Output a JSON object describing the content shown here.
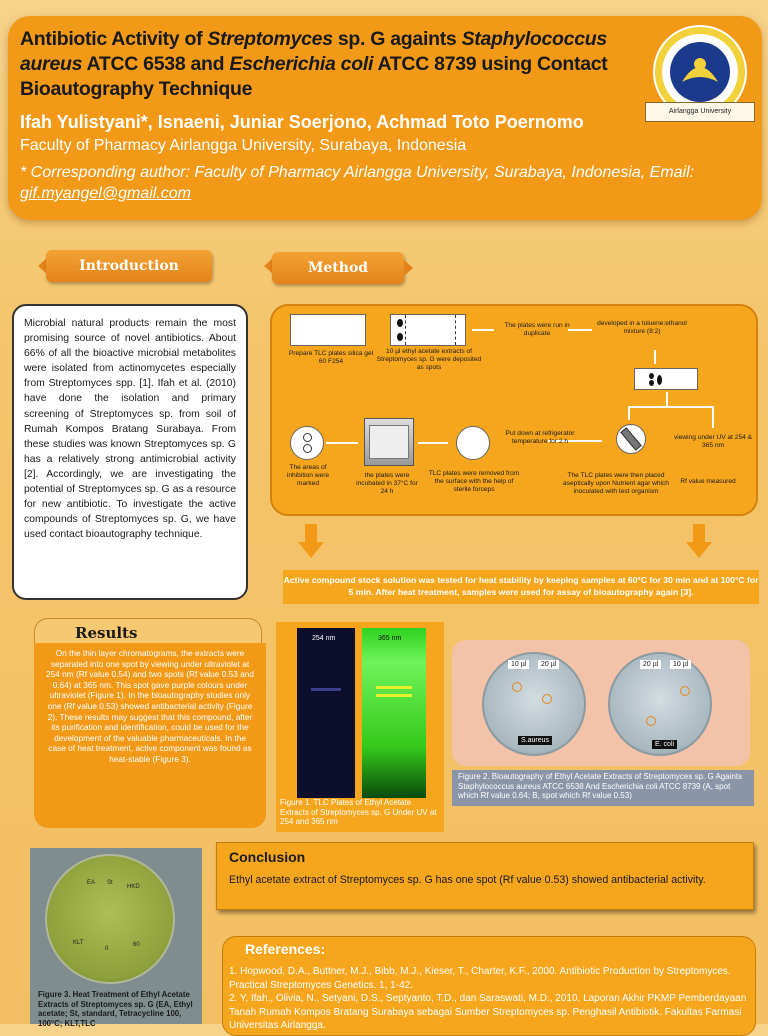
{
  "header": {
    "title_parts": [
      "Antibiotic Activity of ",
      "Streptomyces",
      " sp. G againts ",
      "Staphylococcus aureus",
      " ATCC 6538 and ",
      "Escherichia coli",
      " ATCC 8739 using Contact Bioautography Technique"
    ],
    "authors": "Ifah Yulistyani*,  Isnaeni, Juniar Soerjono, Achmad Toto Poernomo",
    "affiliation": "Faculty of Pharmacy Airlangga University, Surabaya, Indonesia",
    "corresponding": "* Corresponding author: Faculty of Pharmacy Airlangga University, Surabaya, Indonesia, Email: ",
    "email": "gif.myangel@gmail.com",
    "logo_band": "Airlangga University"
  },
  "intro": {
    "tab": "Introduction",
    "text": "Microbial natural products remain the most promising source of novel antibiotics. About 66% of all the bioactive microbial metabolites were isolated from actinomycetes especially from Streptomyces spp. [1]. Ifah et al. (2010) have done the isolation and primary screening of Streptomyces sp. from soil of Rumah Kompos Bratang Surabaya. From these studies was known Streptomyces sp. G has a relatively strong antimicrobial activity [2]. Accordingly, we are investigating the potential of Streptomyces sp. G as a resource for new antibiotic. To investigate the active compounds of Streptomyces sp. G, we have used contact bioautography technique."
  },
  "method": {
    "tab": "Method",
    "steps": {
      "s1": "Prepare TLC plates silica gel 60 F254",
      "s2": "10 µl ethyl acetate extracts of Streptomyces sp. G were deposited as spots",
      "s3": "The plates were run in duplicate",
      "s4": "developed in a toluene:ethanol mixture (8:2)",
      "s5": "viewing under UV at 254 & 365 nm",
      "s6": "Rf value measured",
      "s7": "The TLC plates were then placed aseptically upon Nutrient agar which inoculated with test organism",
      "s8": "Put down at refrigerator temperature for 2 h",
      "s9": "TLC plates were removed from the surface with the help of sterile forceps",
      "s10": "the plates were incubated in 37°C for 24 h",
      "s11": "The areas of inhibition were marked"
    },
    "stock_text": "Active compound stock solution was tested for heat stability by keeping samples at 60°C for 30 min and at 100°C for 5 min. After heat treatment, samples were used for assay of bioautography again [3]."
  },
  "results": {
    "tab": "Results",
    "text": "On the thin layer chromatograms, the extracts were separated into one spot by viewing under ultraviolet at 254 nm (Rf value 0.54) and two spots (Rf value 0.53 and 0.64) at 365 nm. This spot gave purple colours under ultraviolet (Figure 1). In the bioautography studies only one (Rf value 0.53) showed antibacterial activity (Figure 2). These results may suggest that this compound, after its purification and identification, could be used for the development of the valuable pharmaceuticals. In the case of heat treatment, active component was found as heat-stable (Figure 3)."
  },
  "figure1": {
    "label_254": "254 nm",
    "label_365": "365 nm",
    "caption": "Figure 1. TLC Plates of Ethyl Acetate Extracts of Streptomyces sp. G Under UV at 254 and 365 nm"
  },
  "figure2": {
    "dish1_labels": [
      "10 µl",
      "20 µl"
    ],
    "dish1_name": "S.aureus",
    "dish2_labels": [
      "20 µl",
      "10 µl"
    ],
    "dish2_name": "E. coli",
    "caption": "Figure 2. Bioautography of Ethyl Acetate Extracts of Streptomyces sp. G Againts Staphylococcus aureus ATCC 6538 And Escherichia coli ATCC 8739 (A, spot which Rf value 0.64; B, spot which Rf value 0.53)"
  },
  "figure3": {
    "dish_labels": [
      "EA",
      "St",
      "HKD",
      "KLT",
      "0",
      "60"
    ],
    "caption": "Figure 3. Heat Treatment of Ethyl Acetate Extracts of Streptomyces sp. G (EA, Ethyl acetate; St, standard, Tetracycline 100, 100°C; KLT,TLC"
  },
  "conclusion": {
    "title": "Conclusion",
    "text": "Ethyl acetate extract of Streptomyces sp. G has one spot (Rf value 0.53) showed antibacterial activity."
  },
  "references": {
    "title": "References:",
    "items": [
      "1. Hopwood, D.A., Buttner, M.J., Bibb, M.J., Kieser, T., Charter, K.F., 2000. Antibiotic Production by Streptomyces. Practical Streptomyces Genetics. 1, 1-42.",
      "2. Y, Ifah., Olivia, N., Setyani, D.S., Septyanto, T.D., dan Saraswati, M.D., 2010. Laporan Akhir PKMP Pemberdayaan Tanah Rumah Kompos Bratang Surabaya sebagai Sumber Streptomyces sp. Penghasil Antibiotik. Fakultas Farmasi Universitas Airlangga."
    ]
  },
  "colors": {
    "accent": "#f29a18",
    "header_bg": "#f29a18",
    "method_bg": "#f6a61d"
  }
}
